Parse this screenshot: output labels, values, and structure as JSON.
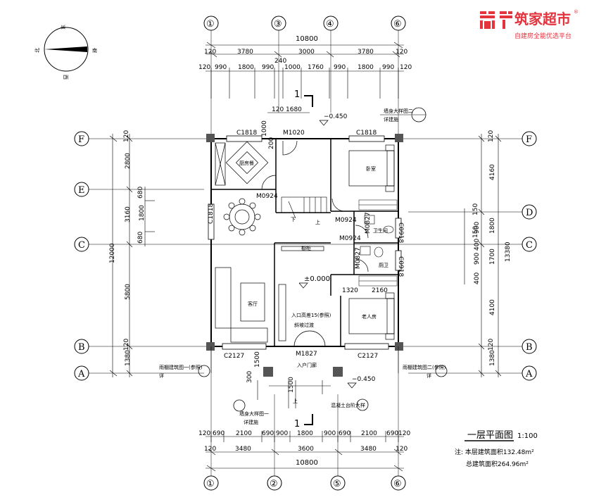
{
  "logo": {
    "name": "筑家超市",
    "slogan": "自建房全能优选平台"
  },
  "compass": {
    "east": "东",
    "south": "南",
    "west": "西",
    "north": "北"
  },
  "axes": {
    "top": [
      "①",
      "③",
      "④",
      "⑥"
    ],
    "bottom": [
      "①",
      "②",
      "⑤",
      "⑥"
    ],
    "left": [
      "F",
      "E",
      "C",
      "B",
      "A"
    ],
    "right": [
      "F",
      "D",
      "C",
      "B",
      "A"
    ]
  },
  "dims_top": {
    "total": "10800",
    "row2": [
      "120",
      "3780",
      "3000",
      "3780",
      "120"
    ],
    "row3": [
      "120",
      "990",
      "1800",
      "990",
      "240",
      "1000",
      "1760",
      "990",
      "1800",
      "990",
      "120"
    ],
    "mid": [
      "120",
      "1680"
    ]
  },
  "dims_bottom": {
    "row1": [
      "120",
      "690",
      "2100",
      "690",
      "900",
      "1800",
      "900",
      "690",
      "2100",
      "690",
      "120"
    ],
    "row2": [
      "120",
      "3480",
      "3600",
      "3480",
      "120"
    ],
    "total": "10800"
  },
  "dims_left": {
    "outer": "12000",
    "inner": [
      "120",
      "2800",
      "3160",
      "5800",
      "1380",
      "120"
    ],
    "small": [
      "680",
      "1800",
      "680"
    ]
  },
  "dims_right": {
    "outer": "13380",
    "inner": [
      "120",
      "4160",
      "1800",
      "4100",
      "1380",
      "120"
    ],
    "small": [
      "150",
      "900",
      "400",
      "150",
      "900",
      "1700",
      "400"
    ]
  },
  "labels": {
    "section": "1",
    "level_top": "−0.450",
    "level_mid": "±0.000",
    "level_bot": "−0.450",
    "door_m1020": "M1020",
    "door_m0924_a": "M0924",
    "door_m0924_b": "M0924",
    "door_m0924_c": "M0924",
    "door_m0827_a": "M0827",
    "door_m0827_b": "M0827",
    "door_m1827": "M1827",
    "win_c1818_a": "C1818",
    "win_c1818_b": "C1818",
    "win_c1818_c": "C1818",
    "win_c0918_a": "C0918",
    "win_c0918_b": "C0918",
    "win_c2127_a": "C2127",
    "win_c2127_b": "C2127",
    "dim_1320": "1320",
    "dim_2160": "2160",
    "dim_1500": "1500",
    "dim_300": "300",
    "dim_1000": "1000",
    "dim_200": "200",
    "room_kitchen": "厨房餐",
    "room_bedroom": "卧室",
    "room_bath": "卫生间",
    "room_toilet": "厕卫",
    "room_living": "客厅",
    "room_elder": "老人房",
    "room_foyer": "入户门廊",
    "room_stairs_down": "下",
    "room_stairs_up": "上",
    "detail_1": "墙身大样图二",
    "detail_1b": "详建施",
    "detail_2": "墙身大样图一",
    "detail_2b": "详建施",
    "detail_left": "雨棚建筑图一(参照)",
    "detail_left_b": "详",
    "detail_right": "雨棚建筑图二(参照)",
    "detail_right_b": "详",
    "detail_stairs": "混凝土台阶大样",
    "entrance_note": "入口高差15(参照)",
    "entrance_note2": "斜坡过渡",
    "up_label": "上",
    "cabinet": "橱柜"
  },
  "title_block": {
    "title": "一层平面图",
    "scale": "1:100",
    "note1": "注: 本层建筑面积132.48m²",
    "note2": "总建筑面积264.96m²"
  }
}
